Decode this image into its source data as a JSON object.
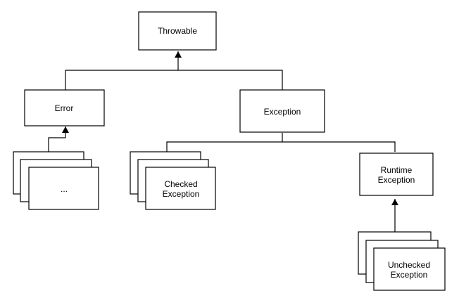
{
  "diagram": {
    "nodes": {
      "throwable": "Throwable",
      "error": "Error",
      "error_children": "...",
      "exception": "Exception",
      "checked_line1": "Checked",
      "checked_line2": "Exception",
      "runtime_line1": "Runtime",
      "runtime_line2": "Exception",
      "unchecked_line1": "Unchecked",
      "unchecked_line2": "Exception"
    },
    "colors": {
      "stroke": "#000000",
      "fill": "#ffffff"
    },
    "relationships": [
      "Error -> Throwable",
      "Exception -> Throwable",
      "... -> Error",
      "Checked Exception -> Exception",
      "Runtime Exception -> Exception",
      "Unchecked Exception -> Runtime Exception"
    ]
  }
}
